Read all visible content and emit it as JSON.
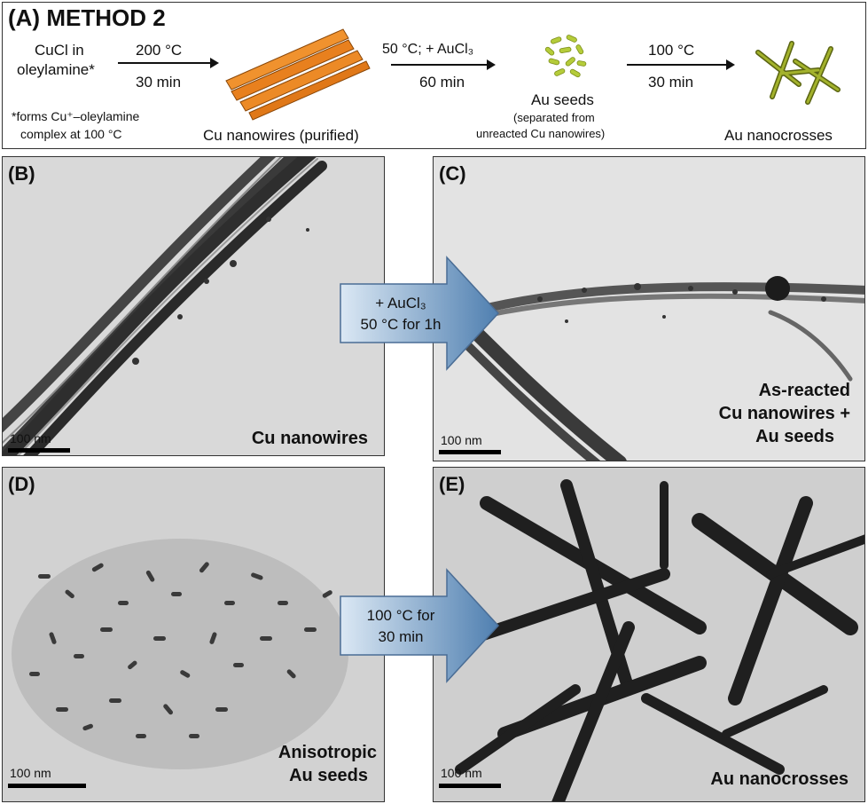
{
  "scheme": {
    "title": "(A) METHOD 2",
    "start_line1": "CuCl in",
    "start_line2": "oleylamine*",
    "footnote_line1": "*forms Cu⁺–oleylamine",
    "footnote_line2": "complex at 100 °C",
    "step1_top": "200 °C",
    "step1_bottom": "30 min",
    "product1": "Cu nanowires  (purified)",
    "step2_top": "50 °C; + AuCl₃",
    "step2_bottom": "60 min",
    "product2": "Au seeds",
    "product2_note_line1": "(separated from",
    "product2_note_line2": "unreacted Cu nanowires)",
    "step3_top": "100 °C",
    "step3_bottom": "30 min",
    "product3": "Au nanocrosses"
  },
  "panels": {
    "b": {
      "label": "(B)",
      "caption_line1": "Cu nanowires",
      "scale": "100 nm"
    },
    "c": {
      "label": "(C)",
      "caption_line1": "As-reacted",
      "caption_line2": "Cu nanowires +",
      "caption_line3": "Au seeds",
      "scale": "100 nm"
    },
    "d": {
      "label": "(D)",
      "caption_line1": "Anisotropic",
      "caption_line2": "Au seeds",
      "scale": "100 nm"
    },
    "e": {
      "label": "(E)",
      "caption_line1": "Au nanocrosses",
      "scale": "100 nm"
    }
  },
  "arrows": {
    "top_line1": "+ AuCl₃",
    "top_line2": "50 °C for 1h",
    "bottom_line1": "100 °C for",
    "bottom_line2": "30 min"
  },
  "colors": {
    "copper": "#e8801e",
    "seed_green": "#b5cc3a",
    "cross_green": "#6e7a18",
    "arrow_light": "#cfe0f0",
    "arrow_dark": "#4f7fb0"
  }
}
